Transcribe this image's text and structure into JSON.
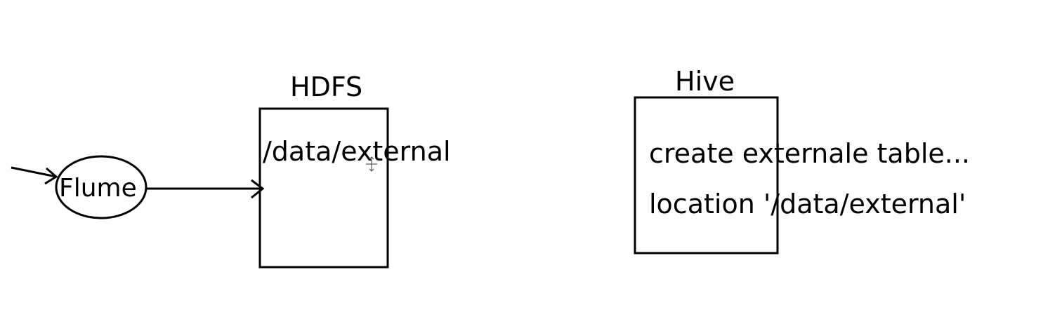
{
  "diagram": {
    "hdfs": {
      "title": "HDFS",
      "path": "/data/external"
    },
    "hive": {
      "title": "Hive",
      "line1": "create externale table...",
      "line2": "location '/data/external'"
    },
    "flume": {
      "label": "Flume"
    }
  },
  "colors": {
    "stroke": "#000000",
    "background": "#ffffff"
  }
}
